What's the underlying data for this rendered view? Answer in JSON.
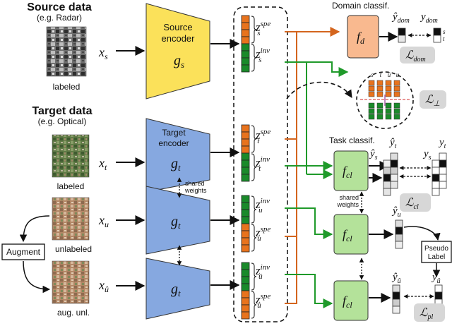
{
  "source": {
    "title": "Source data",
    "subtitle": "(e.g. Radar)",
    "var": "x",
    "var_sub": "s",
    "caption": "labeled"
  },
  "target": {
    "title": "Target data",
    "subtitle": "(e.g. Optical)"
  },
  "target_images": [
    {
      "var": "x",
      "sub": "t",
      "caption": "labeled"
    },
    {
      "var": "x",
      "sub": "u",
      "caption": "unlabeled"
    },
    {
      "var": "x",
      "sub": "û",
      "caption": "aug. unl."
    }
  ],
  "augment_label": "Augment",
  "source_encoder": {
    "line1": "Source",
    "line2": "encoder",
    "symbol": "g",
    "symbol_sub": "s"
  },
  "target_encoder": {
    "line1": "Target",
    "line2": "encoder",
    "symbol": "g",
    "symbol_sub": "t"
  },
  "encoder_symbol": {
    "symbol": "g",
    "symbol_sub": "t"
  },
  "shared_weights_enc": {
    "line1": "shared",
    "line2": "weights"
  },
  "features": [
    {
      "top": "z",
      "top_sub": "s",
      "top_sup": "spe",
      "bot": "z",
      "bot_sub": "s",
      "bot_sup": "inv"
    },
    {
      "top": "z",
      "top_sub": "t",
      "top_sup": "spe",
      "bot": "z",
      "bot_sub": "t",
      "bot_sup": "inv"
    },
    {
      "top": "z",
      "top_sub": "u",
      "top_sup": "inv",
      "bot": "z",
      "bot_sub": "u",
      "bot_sup": "spe"
    },
    {
      "top": "z",
      "top_sub": "û",
      "top_sup": "inv",
      "bot": "z",
      "bot_sub": "û",
      "bot_sup": "spe"
    }
  ],
  "domain": {
    "title": "Domain classif.",
    "f": "f",
    "f_sub": "d",
    "pred": "ŷ",
    "pred_sub": "dom",
    "gt": "y",
    "gt_sub": "dom",
    "gt_labels": [
      "s",
      "t"
    ],
    "loss": "ℒ",
    "loss_sub": "dom"
  },
  "orth": {
    "labels": [
      "s",
      "t",
      "û",
      "u"
    ],
    "loss": "ℒ",
    "loss_sub": "⊥"
  },
  "task": {
    "title": "Task classif.",
    "f": "f",
    "f_sub": "cl"
  },
  "shared_weights_cls": {
    "line1": "shared",
    "line2": "weights"
  },
  "task_outputs": {
    "pred_t": "ŷ",
    "pred_t_sub": "t",
    "pred_s": "ŷ",
    "pred_s_sub": "s",
    "gt_t": "y",
    "gt_t_sub": "t",
    "gt_s": "y",
    "gt_s_sub": "s",
    "loss": "ℒ",
    "loss_sub": "cl",
    "pred_u": "ŷ",
    "pred_u_sub": "u",
    "pred_uh": "ŷ",
    "pred_uh_sub": "û",
    "gt_uh": "y",
    "gt_uh_sub": "û",
    "loss_pl": "ℒ",
    "loss_pl_sub": "pl"
  },
  "pseudo_label": {
    "line1": "Pseudo",
    "line2": "Label"
  },
  "colors": {
    "source": "#fbe15a",
    "target": "#86a8e0",
    "domain": "#f9b98f",
    "task": "#b4e29a",
    "spe": "#e8731d",
    "inv": "#1a8a2a",
    "orange_arrow": "#d4651e",
    "green_arrow": "#1f9a2a"
  }
}
